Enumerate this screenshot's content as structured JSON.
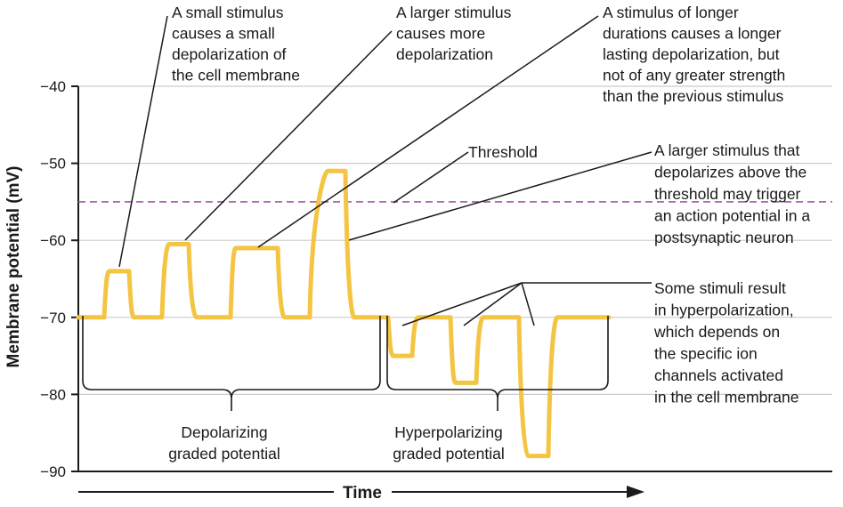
{
  "chart_data": {
    "type": "line",
    "xlabel": "Time",
    "ylabel": "Membrane potential (mV)",
    "ylim": [
      -90,
      -40
    ],
    "yticks": [
      -40,
      -50,
      -60,
      -70,
      -80,
      -90
    ],
    "ytick_labels": [
      "−40",
      "−50",
      "−60",
      "−70",
      "−80",
      "−90"
    ],
    "grid": true,
    "colors": {
      "trace": "#f4c542",
      "threshold": "#a05aa8",
      "grid": "#cccccc",
      "text": "#1a1a1a"
    },
    "threshold": {
      "value": -55,
      "label": "Threshold"
    },
    "pulses": [
      {
        "peak": -64
      },
      {
        "peak": -60.5
      },
      {
        "peak": -61
      },
      {
        "peak": -51
      },
      {
        "peak": -75
      },
      {
        "peak": -78.5
      },
      {
        "peak": -88
      }
    ],
    "baseline": -70,
    "groups": [
      {
        "label_lines": [
          "Depolarizing",
          "graded potential"
        ]
      },
      {
        "label_lines": [
          "Hyperpolarizing",
          "graded potential"
        ]
      }
    ],
    "annotations": [
      {
        "lines": [
          "A small stimulus",
          "causes a small",
          "depolarization of",
          "the cell membrane"
        ]
      },
      {
        "lines": [
          "A larger stimulus",
          "causes more",
          "depolarization"
        ]
      },
      {
        "lines": [
          "A stimulus of longer",
          "durations causes a longer",
          "lasting depolarization, but",
          "not of any greater strength",
          "than the previous stimulus"
        ]
      },
      {
        "lines": [
          "A larger stimulus that",
          "depolarizes above the",
          "threshold may trigger",
          "an action potential in a",
          "postsynaptic neuron"
        ]
      },
      {
        "lines": [
          "Some stimuli result",
          "in hyperpolarization,",
          "which depends on",
          "the specific ion",
          "channels activated",
          "in the cell membrane"
        ]
      }
    ]
  }
}
